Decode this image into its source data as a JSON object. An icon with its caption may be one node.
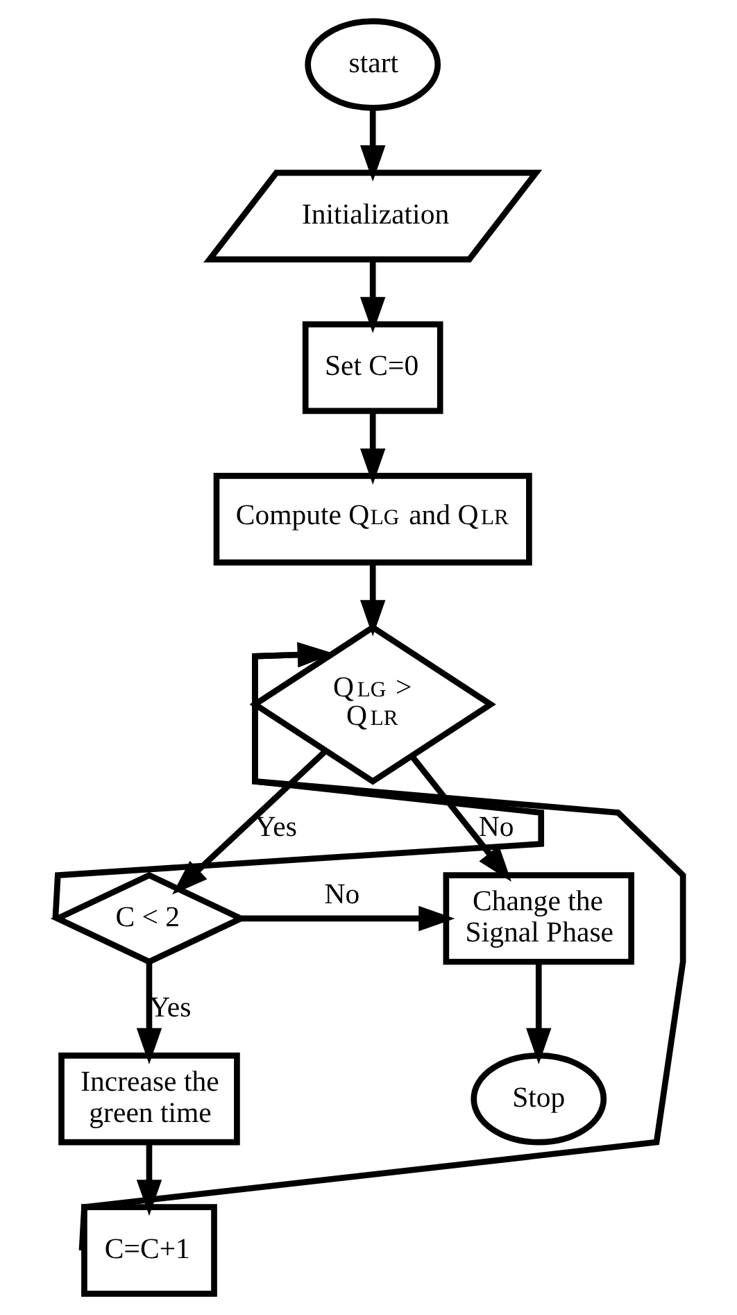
{
  "diagram": {
    "nodes": [
      {
        "text": [
          "start"
        ]
      },
      {
        "text": [
          "Initialization"
        ]
      },
      {
        "text": [
          "Set C=0"
        ]
      },
      {
        "text": [
          "Compute Q$_{LG}$ and Q$_{LR}$"
        ]
      },
      {
        "text": [
          "Q$_{LG}$ > Q$_{LR}$"
        ]
      },
      {
        "text": [
          "C < 2"
        ]
      },
      {
        "text": [
          "Increase the green time"
        ]
      },
      {
        "text": [
          "C=C+1"
        ]
      },
      {
        "text": [
          "Change the Signal Phase"
        ]
      },
      {
        "text": [
          "Stop"
        ]
      }
    ],
    "edges": [
      {
        "from": 0,
        "to": 1,
        "arrow": "to"
      },
      {
        "from": 1,
        "to": 2,
        "arrow": "to"
      },
      {
        "from": 2,
        "to": 3,
        "arrow": "to"
      },
      {
        "from": 3,
        "to": 4,
        "arrow": "to"
      },
      {
        "from": 4,
        "to": 8,
        "arrow": "to",
        "label": "No"
      },
      {
        "from": 4,
        "to": 5,
        "arrow": "to",
        "label": "Yes"
      },
      {
        "from": 5,
        "to": 4,
        "arrow": "to"
      },
      {
        "from": 5,
        "to": 8,
        "arrow": "to",
        "label": "No"
      },
      {
        "from": 5,
        "to": 6,
        "arrow": "to",
        "label": "Yes"
      },
      {
        "from": 6,
        "to": 7,
        "arrow": "to"
      },
      {
        "from": 7,
        "to": 4,
        "arrow": "to"
      },
      {
        "from": 8,
        "to": 9,
        "arrow": "to"
      }
    ]
  }
}
